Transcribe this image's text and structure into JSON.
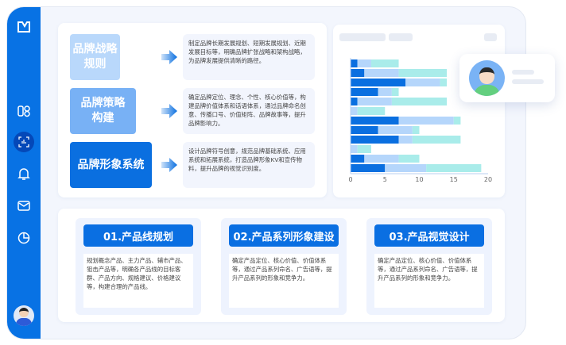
{
  "sidebar": {
    "items": [
      {
        "name": "logo-icon",
        "glyph": "⩗"
      },
      {
        "name": "apps-icon",
        "glyph": "▯▯"
      },
      {
        "name": "analytics-icon",
        "glyph": "▣"
      },
      {
        "name": "bell-icon",
        "glyph": "🔔"
      },
      {
        "name": "mail-icon",
        "glyph": "✉"
      },
      {
        "name": "pie-chart-icon",
        "glyph": "◔"
      }
    ]
  },
  "brand": {
    "rows": [
      {
        "title": "品牌战略\n规则",
        "desc": "制定品牌长期发展规划、短期发展规划、近期发展目标等，明确品牌扩张战略和架构战略，为品牌发展提供清晰的路径。",
        "color": "#b9d8fb"
      },
      {
        "title": "品牌策略\n构建",
        "desc": "确定品牌定位、理念、个性、核心价值等，构建品牌价值体系和话语体系，通过品牌命名创意、传播口号、价值矩阵、品牌故事等，提升品牌影响力。",
        "color": "#78b1f5"
      },
      {
        "title": "品牌形象系统",
        "desc": "设计品牌符号创意，规范品牌基础系统、应用系统和拓展系统，打造品牌形象KV和宣传物料，提升品牌的视觉识别度。",
        "color": "#0a6fe0"
      }
    ]
  },
  "products": [
    {
      "title": "01.产品线规划",
      "desc": "规划概念产品、主力产品、辅市产品、狙击产品等，明确各产品线的目标客群、产品方向、规格建议、价格建议等，构建合理的产品线。"
    },
    {
      "title": "02.产品系列形象建设",
      "desc": "确定产品定位、核心价值、价值体系等，通过产品系列命名、广告语等，提升产品系列的形象和竞争力。"
    },
    {
      "title": "03.产品视觉设计",
      "desc": "确定产品定位、核心价值、价值体系等，通过产品系列命名、广告语等，提升产品系列的形象和竞争力。"
    }
  ],
  "chart_data": {
    "type": "bar",
    "orientation": "horizontal",
    "stacked": true,
    "xlim": [
      0,
      20
    ],
    "xticks": [
      "0",
      "5",
      "10",
      "15",
      "20"
    ],
    "series": [
      {
        "name": "series-1",
        "color": "#0a6fe0",
        "values": [
          1,
          2,
          8,
          4,
          1,
          0,
          7,
          4,
          7,
          0,
          2,
          5
        ]
      },
      {
        "name": "series-2",
        "color": "#b5d6fb",
        "values": [
          2,
          5,
          5,
          2,
          5,
          1,
          8,
          5,
          2,
          1,
          5,
          6
        ]
      },
      {
        "name": "series-3",
        "color": "#a9ecea",
        "values": [
          4,
          7,
          1,
          1,
          8,
          4,
          1,
          1,
          7,
          2,
          3,
          8
        ]
      }
    ]
  }
}
